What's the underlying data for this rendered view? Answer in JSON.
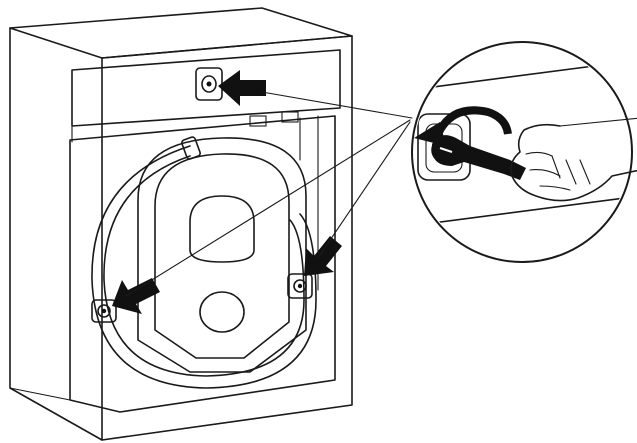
{
  "figure": {
    "subject": "washing-machine-rear-transit-bolt-removal",
    "colors": {
      "line": "#1a1a1a",
      "arrow": "#111111",
      "background": "#ffffff"
    },
    "icons": [
      "wrench-icon",
      "rotation-arrow-icon",
      "pointer-arrow-icon"
    ],
    "callouts": [
      {
        "name": "top-transit-bolt"
      },
      {
        "name": "bottom-left-transit-bolt"
      },
      {
        "name": "bottom-right-transit-bolt"
      }
    ]
  }
}
